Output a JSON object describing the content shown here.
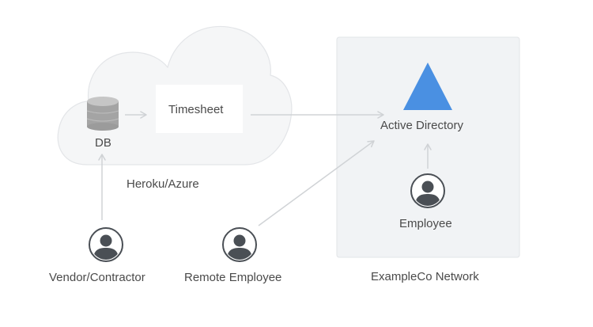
{
  "nodes": {
    "db": "DB",
    "timesheet": "Timesheet",
    "cloud": "Heroku/Azure",
    "active_directory": "Active Directory",
    "employee": "Employee",
    "network": "ExampleCo Network",
    "vendor": "Vendor/Contractor",
    "remote_employee": "Remote Employee"
  },
  "colors": {
    "cloud_fill": "#f5f6f7",
    "cloud_stroke": "#e3e5e8",
    "network_fill": "#f1f3f5",
    "network_stroke": "#e1e4e7",
    "arrow": "#d0d3d6",
    "triangle": "#4a90e2",
    "db_icon": "#9b9b9b",
    "person_icon": "#4a4f55",
    "text": "#4a4a4a"
  }
}
